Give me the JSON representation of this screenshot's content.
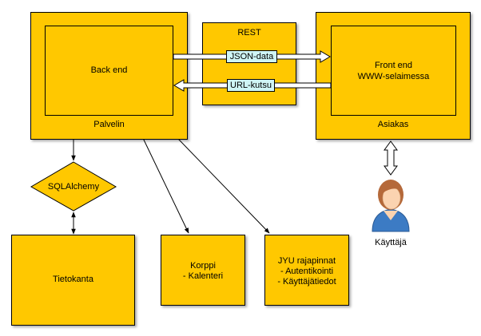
{
  "nodes": {
    "palvelin": {
      "inner_label": "Back end",
      "label": "Palvelin"
    },
    "rest": {
      "label": "REST"
    },
    "asiakas": {
      "inner_label_1": "Front end",
      "inner_label_2": "WWW-selaimessa",
      "label": "Asiakas"
    },
    "sqlalchemy": {
      "label": "SQLAlchemy"
    },
    "tietokanta": {
      "label": "Tietokanta"
    },
    "korppi": {
      "line1": "Korppi",
      "line2": "- Kalenteri"
    },
    "jyu": {
      "line1": "JYU rajapinnat",
      "line2": "- Autentikointi",
      "line3": "- Käyttäjätiedot"
    },
    "user": {
      "label": "Käyttäjä"
    }
  },
  "edges": {
    "json": {
      "label": "JSON-data"
    },
    "url": {
      "label": "URL-kutsu"
    }
  },
  "colors": {
    "node_fill": "#ffc800",
    "pill_fill": "#cff5f5",
    "stroke": "#000000",
    "hair": "#b5693a",
    "shirt": "#3c7bc4",
    "skin": "#fbd3b0"
  }
}
